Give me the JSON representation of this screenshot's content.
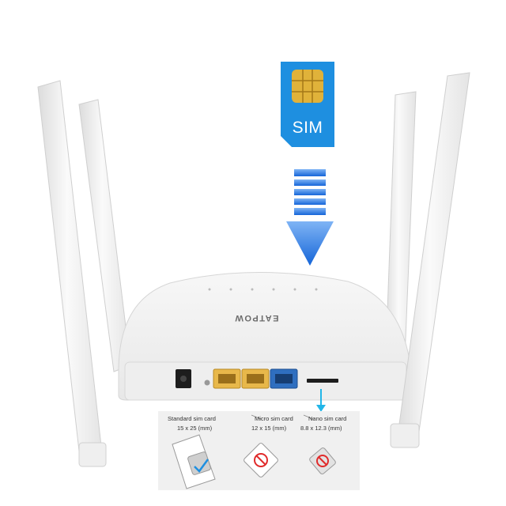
{
  "sim_card": {
    "label": "SIM",
    "color": "#1e8fe0",
    "chip_color": "#e0b23a"
  },
  "arrow": {
    "color": "#1565d8"
  },
  "router": {
    "brand": "EATPOW",
    "body_color": "#f3f3f3",
    "lan_port_color": "#e8b84a",
    "wan_port_color": "#2f6fc0"
  },
  "sim_guide": {
    "cards": [
      {
        "name": "Standard sim card",
        "size": "15 x 25 (mm)",
        "status": "allowed"
      },
      {
        "name": "Micro sim card",
        "size": "12 x 15 (mm)",
        "status": "not-allowed"
      },
      {
        "name": "Nano sim card",
        "size": "8.8 x 12.3 (mm)",
        "status": "not-allowed"
      }
    ]
  }
}
